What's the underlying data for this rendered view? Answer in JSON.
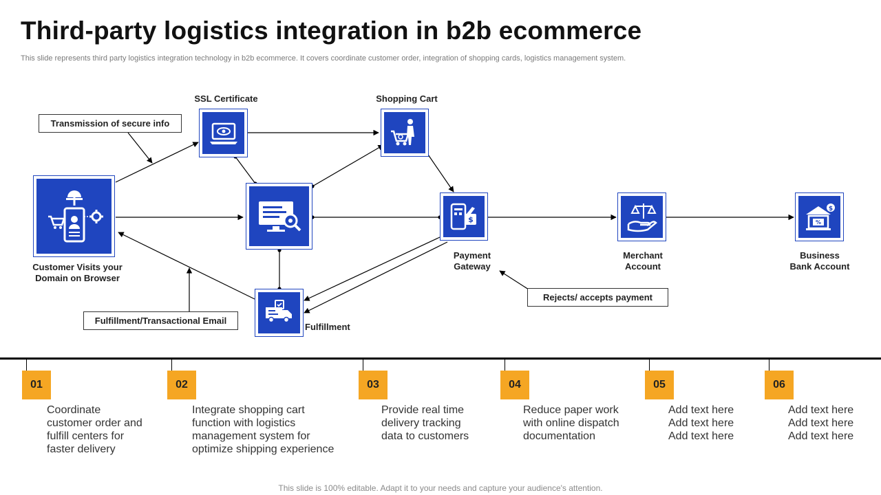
{
  "title": "Third-party logistics integration in b2b ecommerce",
  "subtitle": "This slide represents third party logistics integration technology in b2b ecommerce. It covers coordinate customer order, integration of shopping cards, logistics management system.",
  "nodes": {
    "customer": {
      "label": "Customer Visits your\nDomain on Browser",
      "icon": "customer-browser-icon"
    },
    "ssl": {
      "label": "SSL Certificate",
      "icon": "ssl-laptop-icon"
    },
    "integration": {
      "label": "",
      "icon": "logistics-system-icon"
    },
    "cart": {
      "label": "Shopping Cart",
      "icon": "shopping-cart-icon"
    },
    "payment": {
      "label": "Payment\nGateway",
      "icon": "payment-gateway-icon"
    },
    "merchant": {
      "label": "Merchant\nAccount",
      "icon": "merchant-account-icon"
    },
    "bank": {
      "label": "Business\nBank Account",
      "icon": "bank-icon"
    },
    "fulfillment": {
      "label": "Fulfillment",
      "icon": "delivery-truck-icon"
    }
  },
  "callouts": {
    "secure_info": "Transmission  of secure info",
    "email": "Fulfillment/Transactional Email",
    "payment_status": "Rejects/ accepts payment"
  },
  "steps": [
    {
      "number": "01",
      "text": "Coordinate\ncustomer order and\nfulfill centers for\nfaster delivery"
    },
    {
      "number": "02",
      "text": "Integrate shopping cart\nfunction with logistics\nmanagement system for\noptimize shipping experience"
    },
    {
      "number": "03",
      "text": "Provide real time\ndelivery tracking\ndata to customers"
    },
    {
      "number": "04",
      "text": "Reduce paper work\nwith online dispatch\ndocumentation"
    },
    {
      "number": "05",
      "text": "Add text here\nAdd text here\nAdd text here"
    },
    {
      "number": "06",
      "text": "Add text here\nAdd text here\nAdd text here"
    }
  ],
  "colors": {
    "node_blue": "#1f45bf",
    "badge_orange": "#f5a623"
  },
  "footer": "This slide is 100% editable. Adapt it to your needs and capture your audience's attention."
}
